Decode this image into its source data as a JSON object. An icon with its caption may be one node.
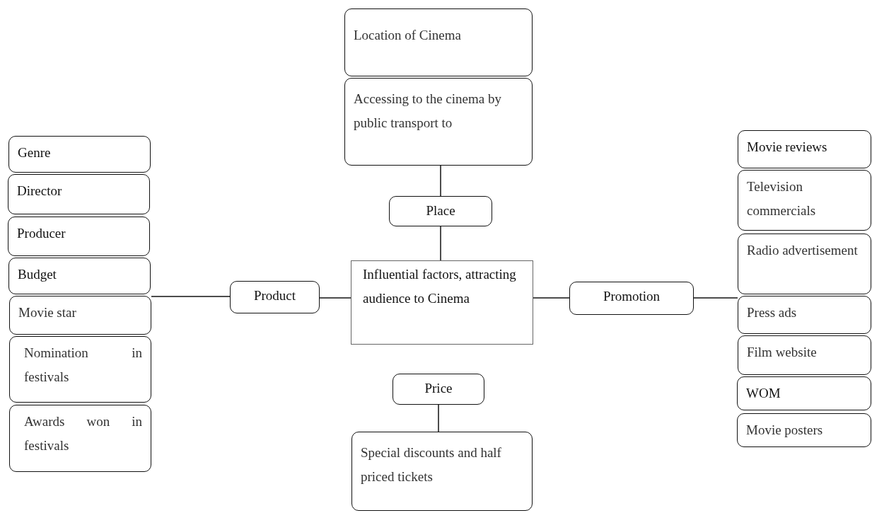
{
  "diagram": {
    "nodes": [
      {
        "text": [
          "Location of Cinema"
        ]
      },
      {
        "text": [
          "Accessing to the cinema by public transport to"
        ]
      },
      {
        "text": [
          "Place"
        ]
      },
      {
        "text": [
          "Influential factors, attracting audience  to Cinema"
        ]
      },
      {
        "text": [
          "Product"
        ]
      },
      {
        "text": [
          "Promotion"
        ]
      },
      {
        "text": [
          "Price"
        ]
      },
      {
        "text": [
          "Special discounts and half priced tickets"
        ]
      },
      {
        "text": [
          "Genre"
        ]
      },
      {
        "text": [
          "Director"
        ]
      },
      {
        "text": [
          "Producer"
        ]
      },
      {
        "text": [
          "Budget"
        ]
      },
      {
        "text": [
          "Movie star"
        ]
      },
      {
        "text": [
          "Nomination in festivals"
        ]
      },
      {
        "text": [
          "Awards won in festivals"
        ]
      },
      {
        "text": [
          "Movie reviews"
        ]
      },
      {
        "text": [
          "Television commercials"
        ]
      },
      {
        "text": [
          "Radio advertisement"
        ]
      },
      {
        "text": [
          "Press ads"
        ]
      },
      {
        "text": [
          "Film website"
        ]
      },
      {
        "text": [
          "WOM"
        ]
      },
      {
        "text": [
          "Movie posters"
        ]
      }
    ],
    "edges": [
      {
        "from": 1,
        "to": 2,
        "arrow": "none"
      },
      {
        "from": 2,
        "to": 3,
        "arrow": "none"
      },
      {
        "from": 3,
        "to": 4,
        "arrow": "none"
      },
      {
        "from": 3,
        "to": 5,
        "arrow": "none"
      },
      {
        "from": 4,
        "to": 12,
        "arrow": "none"
      },
      {
        "from": 5,
        "to": 18,
        "arrow": "none"
      },
      {
        "from": 6,
        "to": 7,
        "arrow": "none"
      }
    ]
  }
}
